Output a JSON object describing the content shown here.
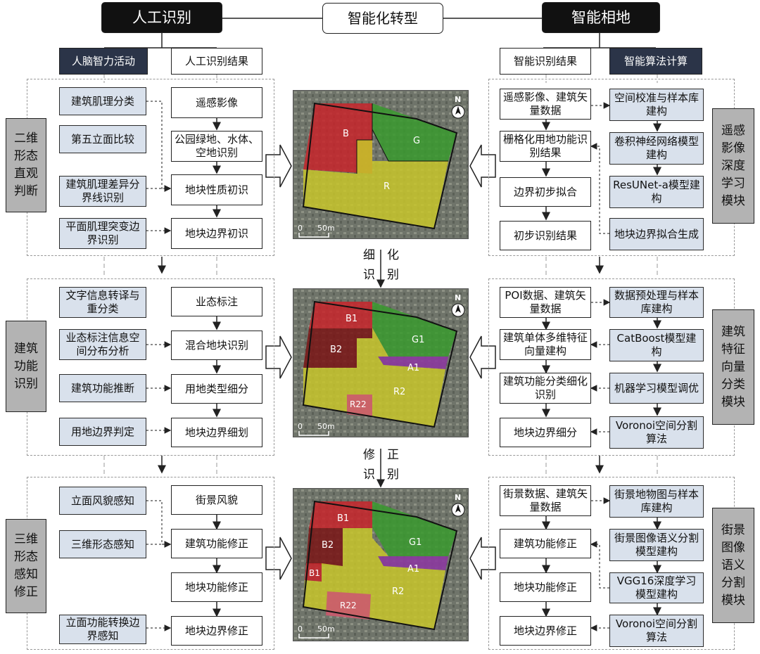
{
  "top": {
    "manual": "人工识别",
    "transform": "智能化转型",
    "smart": "智能相地"
  },
  "left_headers": {
    "brain": "人脑智力活动",
    "result": "人工识别结果"
  },
  "right_headers": {
    "result": "智能识别结果",
    "algo": "智能算法计算"
  },
  "left_labels": [
    "二维形态直观判断",
    "建筑功能识别",
    "三维形态感知修正"
  ],
  "right_labels": [
    "遥感影像深度学习模块",
    "建筑特征向量分类模块",
    "街景图像语义分割模块"
  ],
  "section1": {
    "brain": [
      "建筑肌理分类",
      "第五立面比较",
      "建筑肌理差异分界线识别",
      "平面肌理突变边界识别"
    ],
    "result": [
      "遥感影像",
      "公园绿地、水体、空地识别",
      "地块性质初识",
      "地块边界初识"
    ],
    "smart_result": [
      "遥感影像、建筑矢量数据",
      "栅格化用地功能识别结果",
      "边界初步拟合",
      "初步识别结果"
    ],
    "algo": [
      "空间校准与样本库建构",
      "卷积神经网络模型建构",
      "ResUNet-a模型建构",
      "地块边界拟合生成"
    ]
  },
  "section2": {
    "brain": [
      "文字信息转译与重分类",
      "业态标注信息空间分布分析",
      "建筑功能推断",
      "用地边界判定"
    ],
    "result": [
      "业态标注",
      "混合地块识别",
      "用地类型细分",
      "地块边界细划"
    ],
    "smart_result": [
      "POI数据、建筑矢量数据",
      "建筑单体多维特征向量建构",
      "建筑功能分类细化识别",
      "地块边界细分"
    ],
    "algo": [
      "数据预处理与样本库建构",
      "CatBoost模型建构",
      "机器学习模型调优",
      "Voronoi空间分割算法"
    ]
  },
  "section3": {
    "brain": [
      "立面风貌感知",
      "三维形态感知",
      "立面功能转换边界感知"
    ],
    "result": [
      "街景风貌",
      "建筑功能修正",
      "地块功能修正",
      "地块边界修正"
    ],
    "smart_result": [
      "街景数据、建筑矢量数据",
      "建筑功能修正",
      "地块功能修正",
      "地块边界修正"
    ],
    "algo": [
      "街景地物图与样本库建构",
      "街景图像语义分割模型建构",
      "VGG16深度学习模型建构",
      "Voronoi空间分割算法"
    ]
  },
  "connectors": {
    "refine": [
      "细",
      "化",
      "识",
      "别"
    ],
    "correct": [
      "修",
      "正",
      "识",
      "别"
    ]
  },
  "maps": {
    "north": "N",
    "scale_zero": "0",
    "scale_len": "50m",
    "map1": [
      "B",
      "G",
      "R"
    ],
    "map2": [
      "B1",
      "B2",
      "G1",
      "A1",
      "R2",
      "R22"
    ],
    "map3": [
      "B1",
      "B2",
      "B1",
      "G1",
      "A1",
      "R2",
      "R22"
    ]
  },
  "colors": {
    "red": "#c8242a",
    "green": "#3a9a2e",
    "yellow": "#c8c62a",
    "purple": "#8b3a9e",
    "darkred": "#7a1515",
    "pink": "#cc5a6e",
    "box_blue": "#d9e1ec",
    "navy": "#2b3448"
  }
}
